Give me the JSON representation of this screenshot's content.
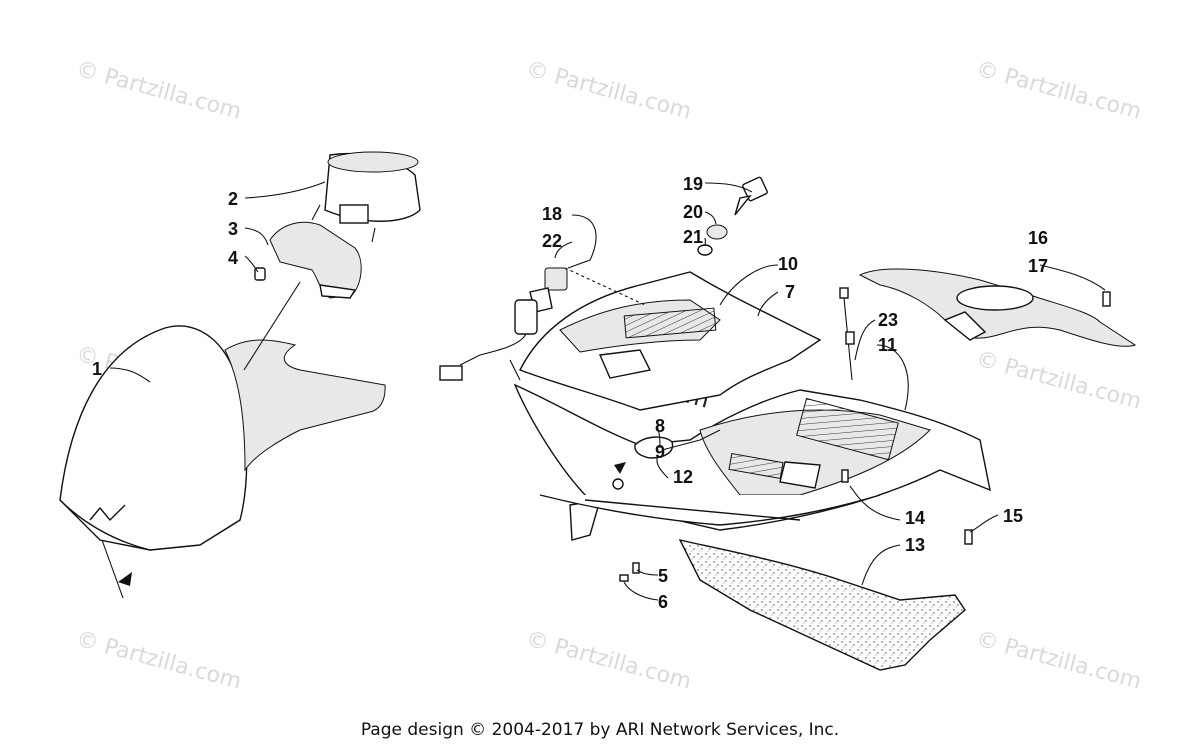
{
  "watermark": "© Partzilla.com",
  "footer": "Page design © 2004-2017 by ARI Network Services, Inc.",
  "callouts": {
    "c1": "1",
    "c2": "2",
    "c3": "3",
    "c4": "4",
    "c5": "5",
    "c6": "6",
    "c7": "7",
    "c8": "8",
    "c9": "9",
    "c10": "10",
    "c11": "11",
    "c12": "12",
    "c13": "13",
    "c14": "14",
    "c15": "15",
    "c16": "16",
    "c17": "17",
    "c18": "18",
    "c19": "19",
    "c20": "20",
    "c21": "21",
    "c22": "22",
    "c23": "23"
  }
}
